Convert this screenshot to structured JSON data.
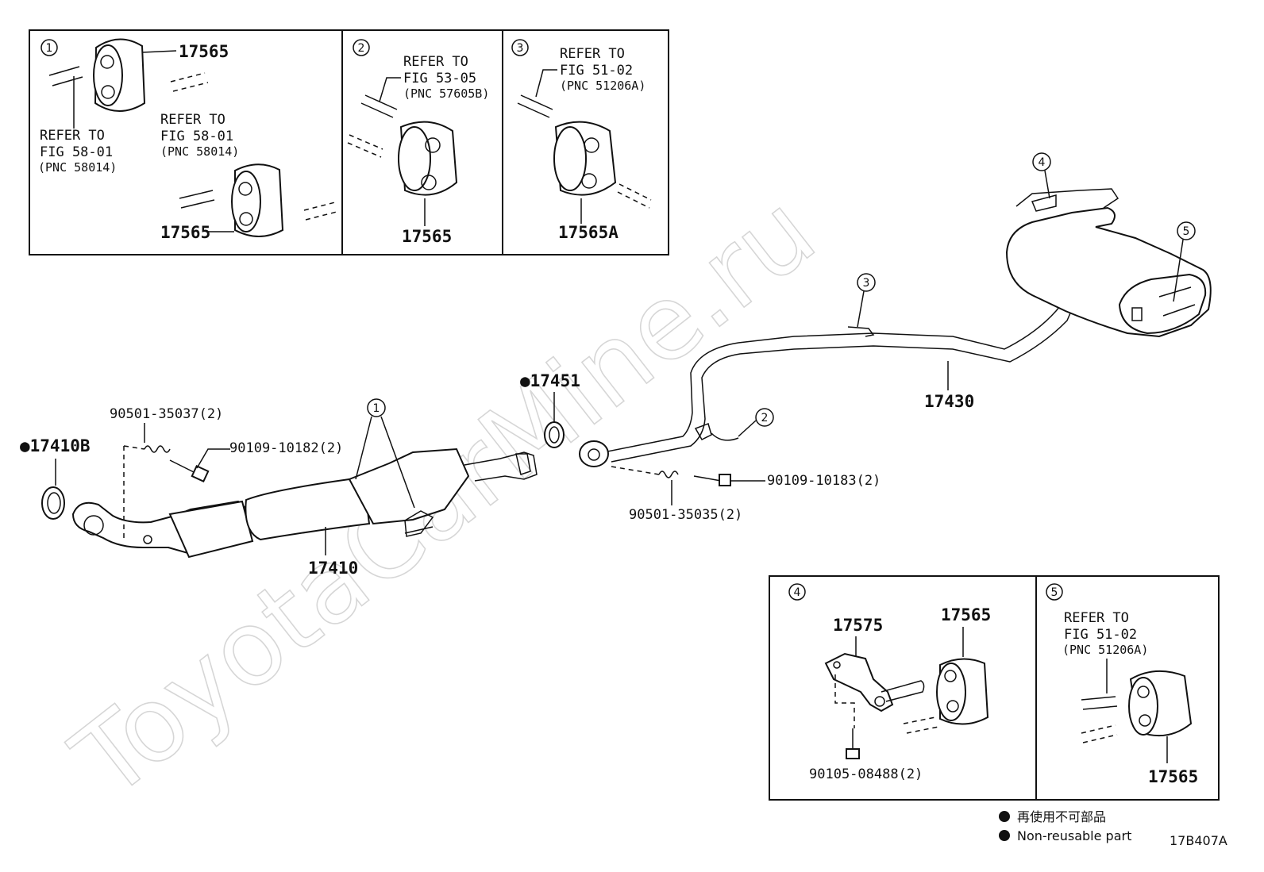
{
  "watermark": "ToyotaCarMine.ru",
  "figure_code": "17B407A",
  "legend": {
    "item_jp": "再使用不可部品",
    "item_en": "Non-reusable part"
  },
  "callouts": [
    "1",
    "2",
    "3",
    "4",
    "5"
  ],
  "inset_1": {
    "num": "1",
    "part_top": "17565",
    "part_bottom": "17565",
    "ref_a": [
      "REFER TO",
      "FIG 58-01",
      "(PNC 58014)"
    ],
    "ref_b": [
      "REFER TO",
      "FIG 58-01",
      "(PNC 58014)"
    ]
  },
  "inset_2": {
    "num": "2",
    "part": "17565",
    "ref": [
      "REFER TO",
      "FIG 53-05",
      "(PNC 57605B)"
    ]
  },
  "inset_3": {
    "num": "3",
    "part": "17565A",
    "ref": [
      "REFER TO",
      "FIG 51-02",
      "(PNC 51206A)"
    ]
  },
  "inset_4": {
    "num": "4",
    "part_bracket": "17575",
    "part_hanger": "17565",
    "bolt": "90105-08488(2)"
  },
  "inset_5": {
    "num": "5",
    "part": "17565",
    "ref": [
      "REFER TO",
      "FIG 51-02",
      "(PNC 51206A)"
    ]
  },
  "main": {
    "gasket_front": "●17410B",
    "gasket_mid": "●17451",
    "front_pipe": "17410",
    "tail_pipe": "17430",
    "spring_front": "90501-35037(2)",
    "bolt_front": "90109-10182(2)",
    "spring_rear": "90501-35035(2)",
    "bolt_rear": "90109-10183(2)"
  }
}
